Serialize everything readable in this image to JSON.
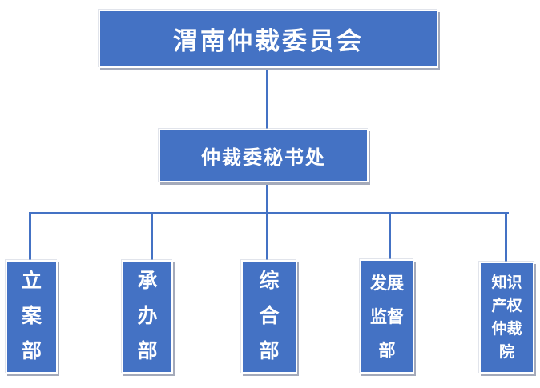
{
  "colors": {
    "box_fill": "#4472C4",
    "box_text": "#ffffff",
    "box_border": "#ffffff",
    "connector": "#4472C4",
    "shadow": "#a4aaba",
    "background": "#ffffff"
  },
  "org_chart": {
    "root": {
      "label": "渭南仲裁委员会"
    },
    "secretariat": {
      "label": "仲裁委秘书处"
    },
    "departments": [
      {
        "label": "立案部",
        "lines": [
          "立",
          "案",
          "部"
        ]
      },
      {
        "label": "承办部",
        "lines": [
          "承",
          "办",
          "部"
        ]
      },
      {
        "label": "综合部",
        "lines": [
          "综",
          "合",
          "部"
        ]
      },
      {
        "label": "发展监督部",
        "lines": [
          "发展",
          "监督",
          "部"
        ]
      },
      {
        "label": "知识产权仲裁院",
        "lines": [
          "知识",
          "产权",
          "仲裁",
          "院"
        ]
      }
    ]
  }
}
